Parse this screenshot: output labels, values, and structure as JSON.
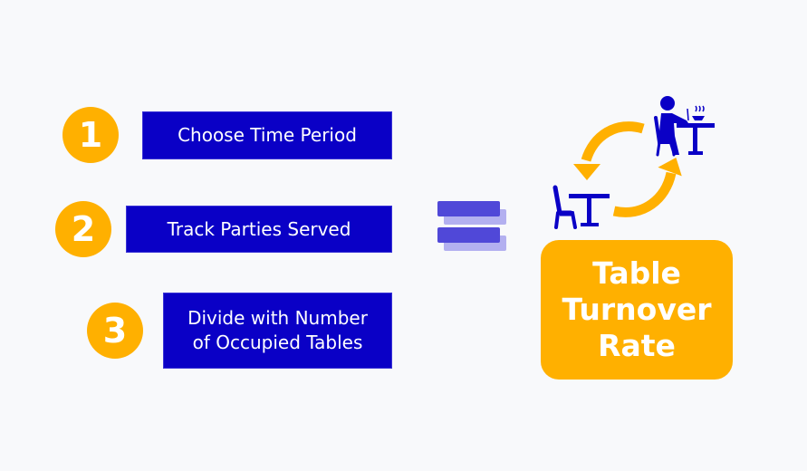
{
  "steps": [
    {
      "number": "1",
      "label_lines": [
        "Choose Time Period"
      ]
    },
    {
      "number": "2",
      "label_lines": [
        "Track Parties Served"
      ]
    },
    {
      "number": "3",
      "label_lines": [
        "Divide with Number",
        "of Occupied Tables"
      ]
    }
  ],
  "equals": {
    "icon": "equals-icon"
  },
  "result": {
    "label_lines": [
      "Table",
      "Turnover",
      "Rate"
    ]
  },
  "illustration": {
    "icons": [
      "empty-table-chair-icon",
      "diner-at-table-icon",
      "cycle-arrows-icon"
    ]
  },
  "colors": {
    "background": "#F8F9FB",
    "accent_orange": "#FFB000",
    "step_blue": "#0A00C6",
    "equals_blue": "#5048D8",
    "equals_shadow": "#B3B0F0",
    "text_white": "#FFFFFF"
  }
}
